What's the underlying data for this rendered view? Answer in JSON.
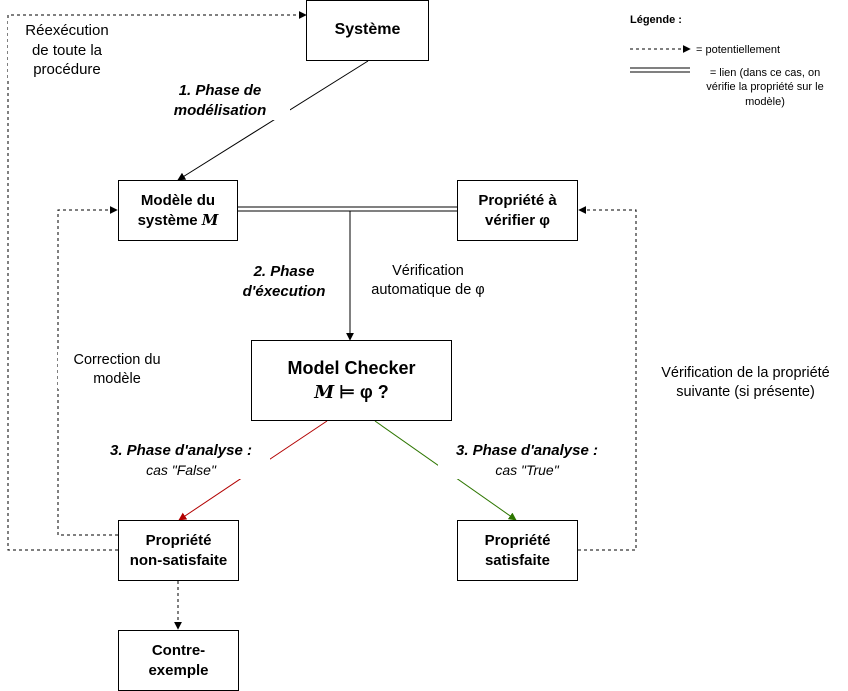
{
  "nodes": {
    "systeme": "Système",
    "modele_line1": "Modèle du",
    "modele_line2": "système",
    "modele_symbol": "M",
    "propriete_line1": "Propriété à",
    "propriete_line2": "vérifier φ",
    "checker_line1": "Model Checker",
    "checker_symbol": "M",
    "checker_rest": " ⊨ φ ?",
    "non_sat_line1": "Propriété",
    "non_sat_line2": "non-satisfaite",
    "sat_line1": "Propriété",
    "sat_line2": "satisfaite",
    "contre_line1": "Contre-",
    "contre_line2": "exemple"
  },
  "labels": {
    "reexec_line1": "Réexécution",
    "reexec_line2": "de toute la",
    "reexec_line3": "procédure",
    "phase1_line1": "1. Phase de",
    "phase1_line2": "modélisation",
    "phase2_line1": "2. Phase",
    "phase2_line2": "d'éxecution",
    "verif_line1": "Vérification",
    "verif_line2": "automatique de φ",
    "correction_line1": "Correction du",
    "correction_line2": "modèle",
    "analyse_false_line1": "3. Phase d'analyse :",
    "analyse_false_line2": "cas \"False\"",
    "analyse_true_line1": "3. Phase d'analyse :",
    "analyse_true_line2": "cas \"True\"",
    "suivante_line1": "Vérification de la propriété",
    "suivante_line2": "suivante (si présente)"
  },
  "legend": {
    "title": "Légende :",
    "dashed": "= potentiellement",
    "link_line1": "= lien (dans ce cas, on",
    "link_line2": "vérifie la propriété sur le",
    "link_line3": "modèle)"
  },
  "colors": {
    "false_arrow": "#b20000",
    "true_arrow": "#2d7600"
  }
}
